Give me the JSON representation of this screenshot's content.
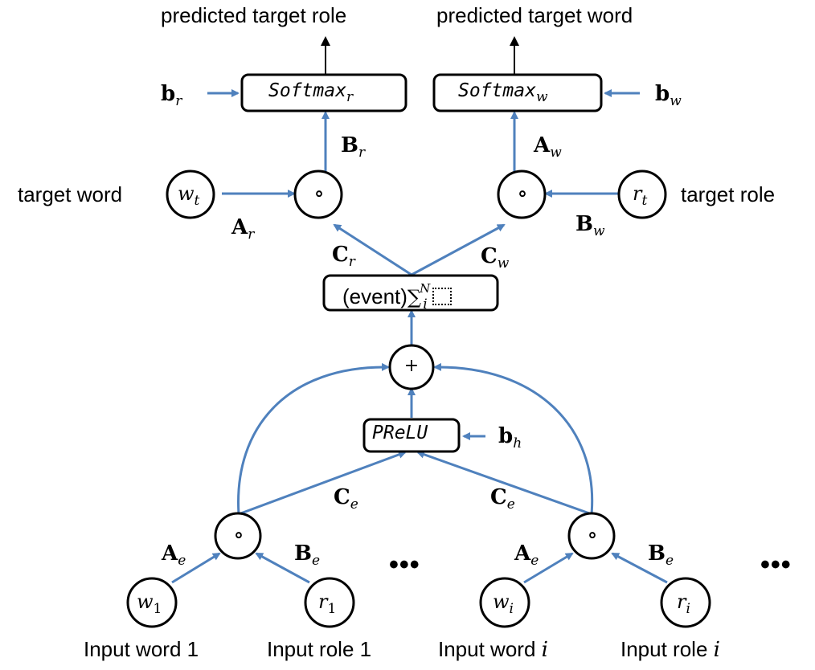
{
  "outputs": {
    "role_title": "predicted target role",
    "word_title": "predicted target word"
  },
  "softmax": {
    "role": {
      "base": "Softmax",
      "sub": "r"
    },
    "word": {
      "base": "Softmax",
      "sub": "w"
    }
  },
  "biases": {
    "b_r": {
      "base": "b",
      "sub": "r"
    },
    "b_w": {
      "base": "b",
      "sub": "w"
    },
    "b_h": {
      "base": "b",
      "sub": "h"
    }
  },
  "matrices": {
    "B_r": {
      "base": "B",
      "sub": "r"
    },
    "A_w": {
      "base": "A",
      "sub": "w"
    },
    "A_r": {
      "base": "A",
      "sub": "r"
    },
    "B_w": {
      "base": "B",
      "sub": "w"
    },
    "C_r": {
      "base": "C",
      "sub": "r"
    },
    "C_w": {
      "base": "C",
      "sub": "w"
    },
    "C_e_left": {
      "base": "C",
      "sub": "e"
    },
    "C_e_right": {
      "base": "C",
      "sub": "e"
    },
    "A_e_left": {
      "base": "A",
      "sub": "e"
    },
    "B_e_left": {
      "base": "B",
      "sub": "e"
    },
    "A_e_right": {
      "base": "A",
      "sub": "e"
    },
    "B_e_right": {
      "base": "B",
      "sub": "e"
    }
  },
  "targets": {
    "word_label": "target word",
    "role_label": "target role",
    "w_t": {
      "base": "w",
      "sub": "t"
    },
    "r_t": {
      "base": "r",
      "sub": "t"
    }
  },
  "event_sum": {
    "event": "(event)",
    "sigma": "∑",
    "sup": "N",
    "sub": "i"
  },
  "plus_symbol": "+",
  "hadamard_symbol": "∘",
  "prelu": {
    "label": "PReLU"
  },
  "inputs": {
    "w_1": {
      "base": "w",
      "sub": "1"
    },
    "r_1": {
      "base": "r",
      "sub": "1"
    },
    "w_i": {
      "base": "w",
      "sub": "i"
    },
    "r_i": {
      "base": "r",
      "sub": "i"
    },
    "word1_label": "Input word 1",
    "role1_label": "Input role 1",
    "wordi_prefix": "Input word",
    "rolei_prefix": "Input role",
    "i_symbol": "i"
  },
  "ellipsis": "•••",
  "colors": {
    "arrow": "#4f81bd",
    "output_arrow": "#000000",
    "stroke": "#000000"
  }
}
